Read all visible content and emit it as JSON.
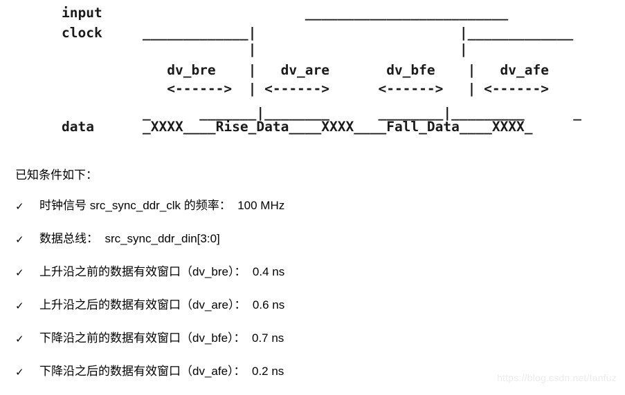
{
  "diagram": {
    "labels": {
      "input": "input",
      "clock": "clock",
      "data": "data"
    },
    "waveform": {
      "clock_high": "                    _________________________",
      "clock_low": "_____________|                         |_____________",
      "bar_row": "             |                         |",
      "dv_labels": "   dv_bre    |   dv_are       dv_bfe    |   dv_afe",
      "arrows": "   <------>  | <------>      <------>   | <------>",
      "data_top": "_      _______|________      ________|_________      _",
      "data_text": "_XXXX____Rise_Data____XXXX____Fall_Data____XXXX_"
    },
    "markers": {
      "dv_bre": "dv_bre",
      "dv_are": "dv_are",
      "dv_bfe": "dv_bfe",
      "dv_afe": "dv_afe",
      "arrow": "<------>",
      "separator": "|",
      "rise_data": "Rise_Data",
      "fall_data": "Fall_Data",
      "unknown": "XXXX"
    }
  },
  "conditions": {
    "intro": "已知条件如下：",
    "check_glyph": "✓",
    "items": [
      "时钟信号 src_sync_ddr_clk 的频率：  100 MHz",
      "数据总线：  src_sync_ddr_din[3:0]",
      "上升沿之前的数据有效窗口（dv_bre）：  0.4 ns",
      "上升沿之后的数据有效窗口（dv_are）：  0.6 ns",
      "下降沿之前的数据有效窗口（dv_bfe）：  0.7 ns",
      "下降沿之后的数据有效窗口（dv_afe）：  0.2 ns"
    ]
  },
  "watermark": {
    "text": "https://blog.csdn.net/tanfuz"
  }
}
